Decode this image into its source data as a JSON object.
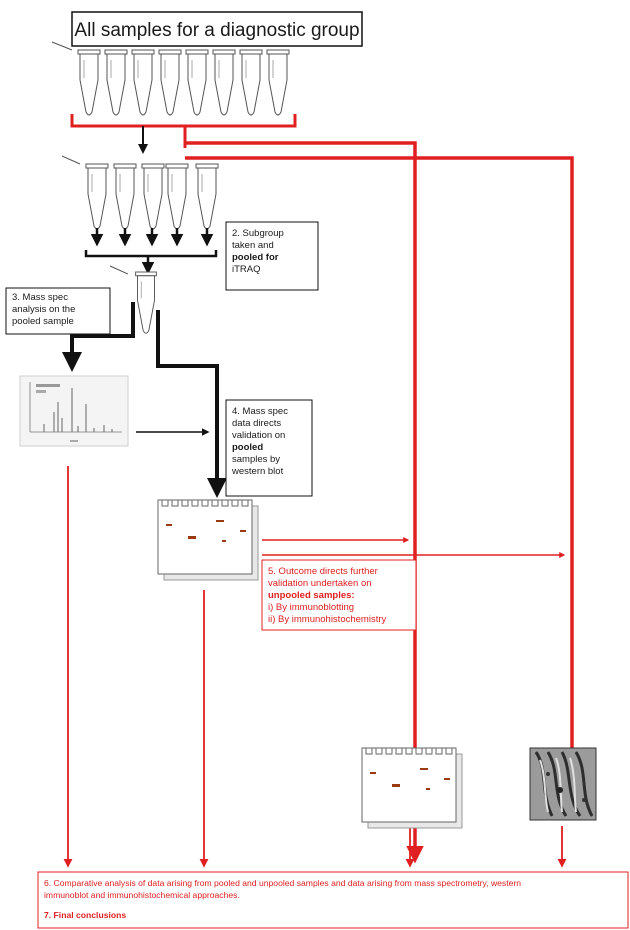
{
  "title": "All samples for a diagnostic group",
  "step2": {
    "lines": [
      "2. Subgroup",
      "taken and",
      "pooled for",
      "iTRAQ"
    ],
    "bold_word": "pooled"
  },
  "step3": {
    "lines": [
      "3. Mass spec",
      "analysis on the",
      "pooled sample"
    ]
  },
  "step4": {
    "lines": [
      "4. Mass spec",
      "data directs",
      "validation on",
      "pooled",
      "samples by",
      "western blot"
    ],
    "bold_word": "pooled"
  },
  "step5": {
    "lines": [
      "5. Outcome directs further",
      "validation undertaken on",
      "unpooled samples:",
      "i) By immunoblotting",
      "ii) By immunohistochemistry"
    ],
    "bold_word": "unpooled"
  },
  "step6": {
    "line1": "6. Comparative analysis of data arising from pooled and unpooled samples and data arising from mass spectrometry, western",
    "line2": "immunoblot and immunohistochemical approaches."
  },
  "step7": "7. Final conclusions",
  "colors": {
    "red": "#e02020",
    "black": "#111111",
    "band": "#9a3a10"
  },
  "icons": {
    "tube": "eppendorf-tube-icon",
    "gel": "western-blot-gel-icon",
    "spectrum": "mass-spectrum-icon",
    "tissue": "immunohistochemistry-tissue-icon"
  }
}
